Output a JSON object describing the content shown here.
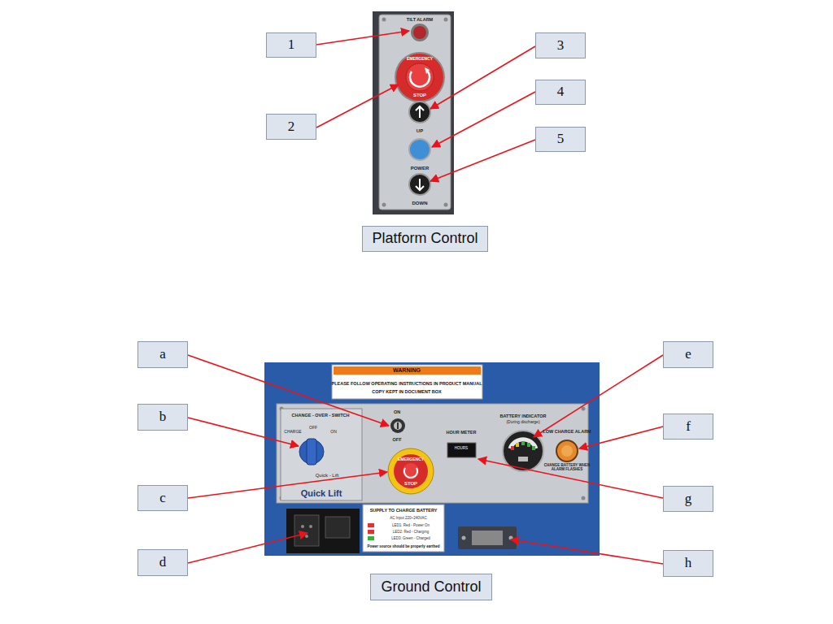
{
  "diagram": {
    "nodes": [
      {
        "text": [
          "1"
        ]
      },
      {
        "text": [
          "2"
        ]
      },
      {
        "text": [
          "3"
        ]
      },
      {
        "text": [
          "4"
        ]
      },
      {
        "text": [
          "5"
        ]
      },
      {
        "text": [
          "Platform Control"
        ]
      },
      {
        "text": [
          "a"
        ]
      },
      {
        "text": [
          "b"
        ]
      },
      {
        "text": [
          "c"
        ]
      },
      {
        "text": [
          "d"
        ]
      },
      {
        "text": [
          "e"
        ]
      },
      {
        "text": [
          "f"
        ]
      },
      {
        "text": [
          "g"
        ]
      },
      {
        "text": [
          "h"
        ]
      },
      {
        "text": [
          "Ground Control"
        ]
      }
    ],
    "labels": [
      "TILT ALARM",
      "EMERGENCY",
      "STOP",
      "UP",
      "POWER",
      "DOWN",
      "WARNING",
      "PLEASE FOLLOW OPERATING INSTRUCTIONS IN PRODUCT MANUAL",
      "COPY KEPT IN DOCUMENT BOX",
      "CHANGE - OVER - SWITCH",
      "CHARGE",
      "OFF",
      "ON",
      "Quick - Lift",
      "Quick Lift",
      "ON",
      "OFF",
      "EMERGENCY",
      "STOP",
      "HOUR METER",
      "HOURS",
      "BATTERY INDICATOR",
      "(During discharge)",
      "LOW CHARGE ALARM",
      "CHANGE BATTERY WHEN ALARM FLASHES",
      "SUPPLY TO CHARGE BATTERY",
      "AC Input 220~240VAC",
      "LED1: Red - Power On",
      "LED2: Red - Charging",
      "LED3: Green - Charged",
      "Power source should be properly earthed"
    ]
  }
}
